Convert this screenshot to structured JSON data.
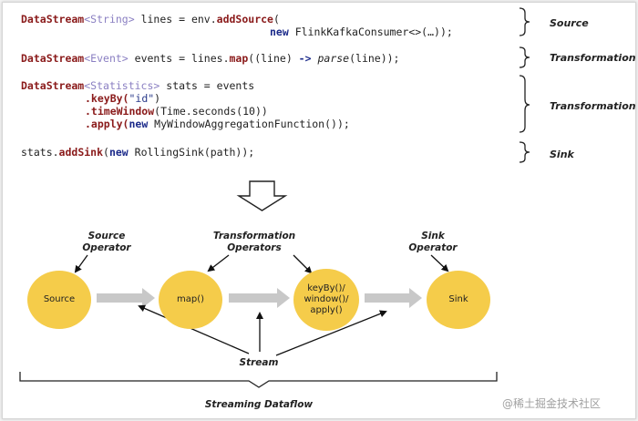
{
  "code": {
    "line1a": [
      "DataStream",
      "<String>",
      " lines = env.",
      "addSource",
      "("
    ],
    "line1b": [
      "new",
      " FlinkKafkaConsumer<>(…));"
    ],
    "line2": [
      "DataStream",
      "<Event>",
      " events = lines.",
      "map",
      "((line) ",
      "->",
      " ",
      "parse",
      "(line));"
    ],
    "line3a": [
      "DataStream",
      "<Statistics>",
      " stats = events"
    ],
    "line3b": [
      ".keyBy(",
      "\"id\"",
      ")"
    ],
    "line3c": [
      ".timeWindow",
      "(Time.seconds(10))"
    ],
    "line3d": [
      ".apply(",
      "new",
      " MyWindowAggregationFunction());"
    ],
    "line4": [
      "stats.",
      "addSink",
      "(",
      "new",
      " RollingSink(path));"
    ]
  },
  "brackets": {
    "source": "Source",
    "transformation1": "Transformation",
    "transformation2": "Transformation",
    "sink": "Sink"
  },
  "diagram": {
    "source_operator_label": "Source\nOperator",
    "transformation_operators_label": "Transformation\nOperators",
    "sink_operator_label": "Sink\nOperator",
    "node_source": "Source",
    "node_map": "map()",
    "node_keyby": "keyBy()/\nwindow()/\napply()",
    "node_sink": "Sink",
    "stream_label": "Stream",
    "dataflow_label": "Streaming Dataflow"
  },
  "colors": {
    "node_fill": "#f5cc4a",
    "arrow_gray": "#c8c8c8",
    "keyword": "#8a1a1a",
    "type_param": "#8a7fc2",
    "new_keyword": "#1b2a8a"
  },
  "watermark": "@稀土掘金技术社区"
}
